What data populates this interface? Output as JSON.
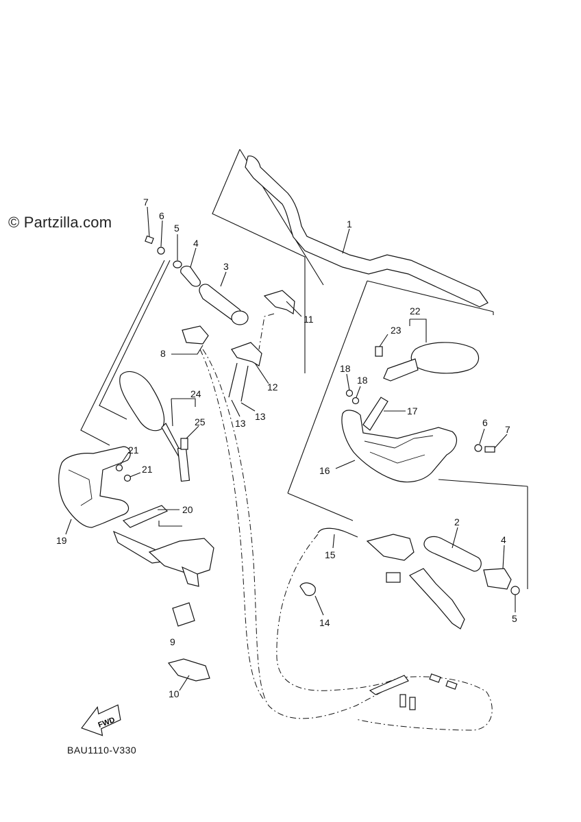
{
  "watermark": "© Partzilla.com",
  "diagram_code": "BAU1110-V330",
  "fwd_label": "FWD",
  "callouts": [
    "1",
    "2",
    "3",
    "4",
    "5",
    "6",
    "7",
    "8",
    "9",
    "10",
    "11",
    "12",
    "13",
    "14",
    "15",
    "16",
    "17",
    "18",
    "19",
    "20",
    "21",
    "22",
    "23",
    "24",
    "25"
  ]
}
